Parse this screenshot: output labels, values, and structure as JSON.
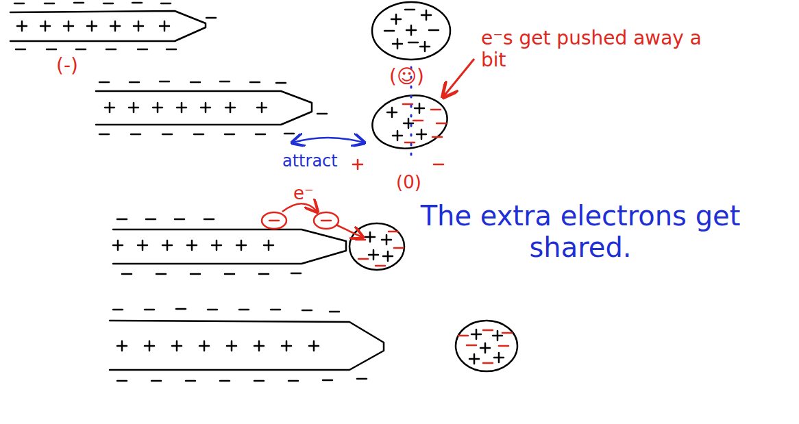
{
  "diagram": {
    "labels": [
      "(-)",
      "(☺)",
      "e⁻s get pushed away a bit",
      "attract",
      "(0)",
      "e⁻",
      "The extra electrons get shared."
    ]
  }
}
